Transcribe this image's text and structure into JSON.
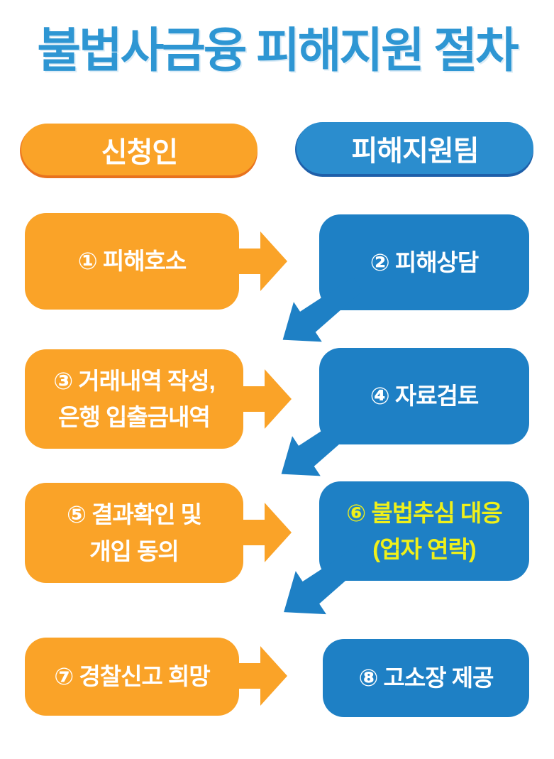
{
  "title": "불법사금융 피해지원 절차",
  "columns": {
    "left": {
      "label": "신청인"
    },
    "right": {
      "label": "피해지원팀"
    }
  },
  "steps": {
    "s1": {
      "lines": [
        "① 피해호소"
      ]
    },
    "s2": {
      "lines": [
        "② 피해상담"
      ]
    },
    "s3": {
      "lines": [
        "③ 거래내역 작성,",
        "은행 입출금내역"
      ]
    },
    "s4": {
      "lines": [
        "④ 자료검토"
      ]
    },
    "s5": {
      "lines": [
        "⑤ 결과확인 및",
        "개입 동의"
      ]
    },
    "s6": {
      "lines": [
        "⑥ 불법추심 대응",
        "(업자 연락)"
      ],
      "text_color": "#EFF01A"
    },
    "s7": {
      "lines": [
        "⑦ 경찰신고 희망"
      ]
    },
    "s8": {
      "lines": [
        "⑧ 고소장 제공"
      ]
    }
  },
  "colors": {
    "title_text": "#2E96D3",
    "applicant_fill": "#FAA328",
    "applicant_edge": "#E8721E",
    "team_fill": "#1E80C5",
    "team_pill_fill": "#2B8DCE",
    "team_pill_edge": "#1E5FA9",
    "box_text": "#FFFFFF",
    "highlight_text": "#EFF01A",
    "background": "#FFFFFF"
  }
}
